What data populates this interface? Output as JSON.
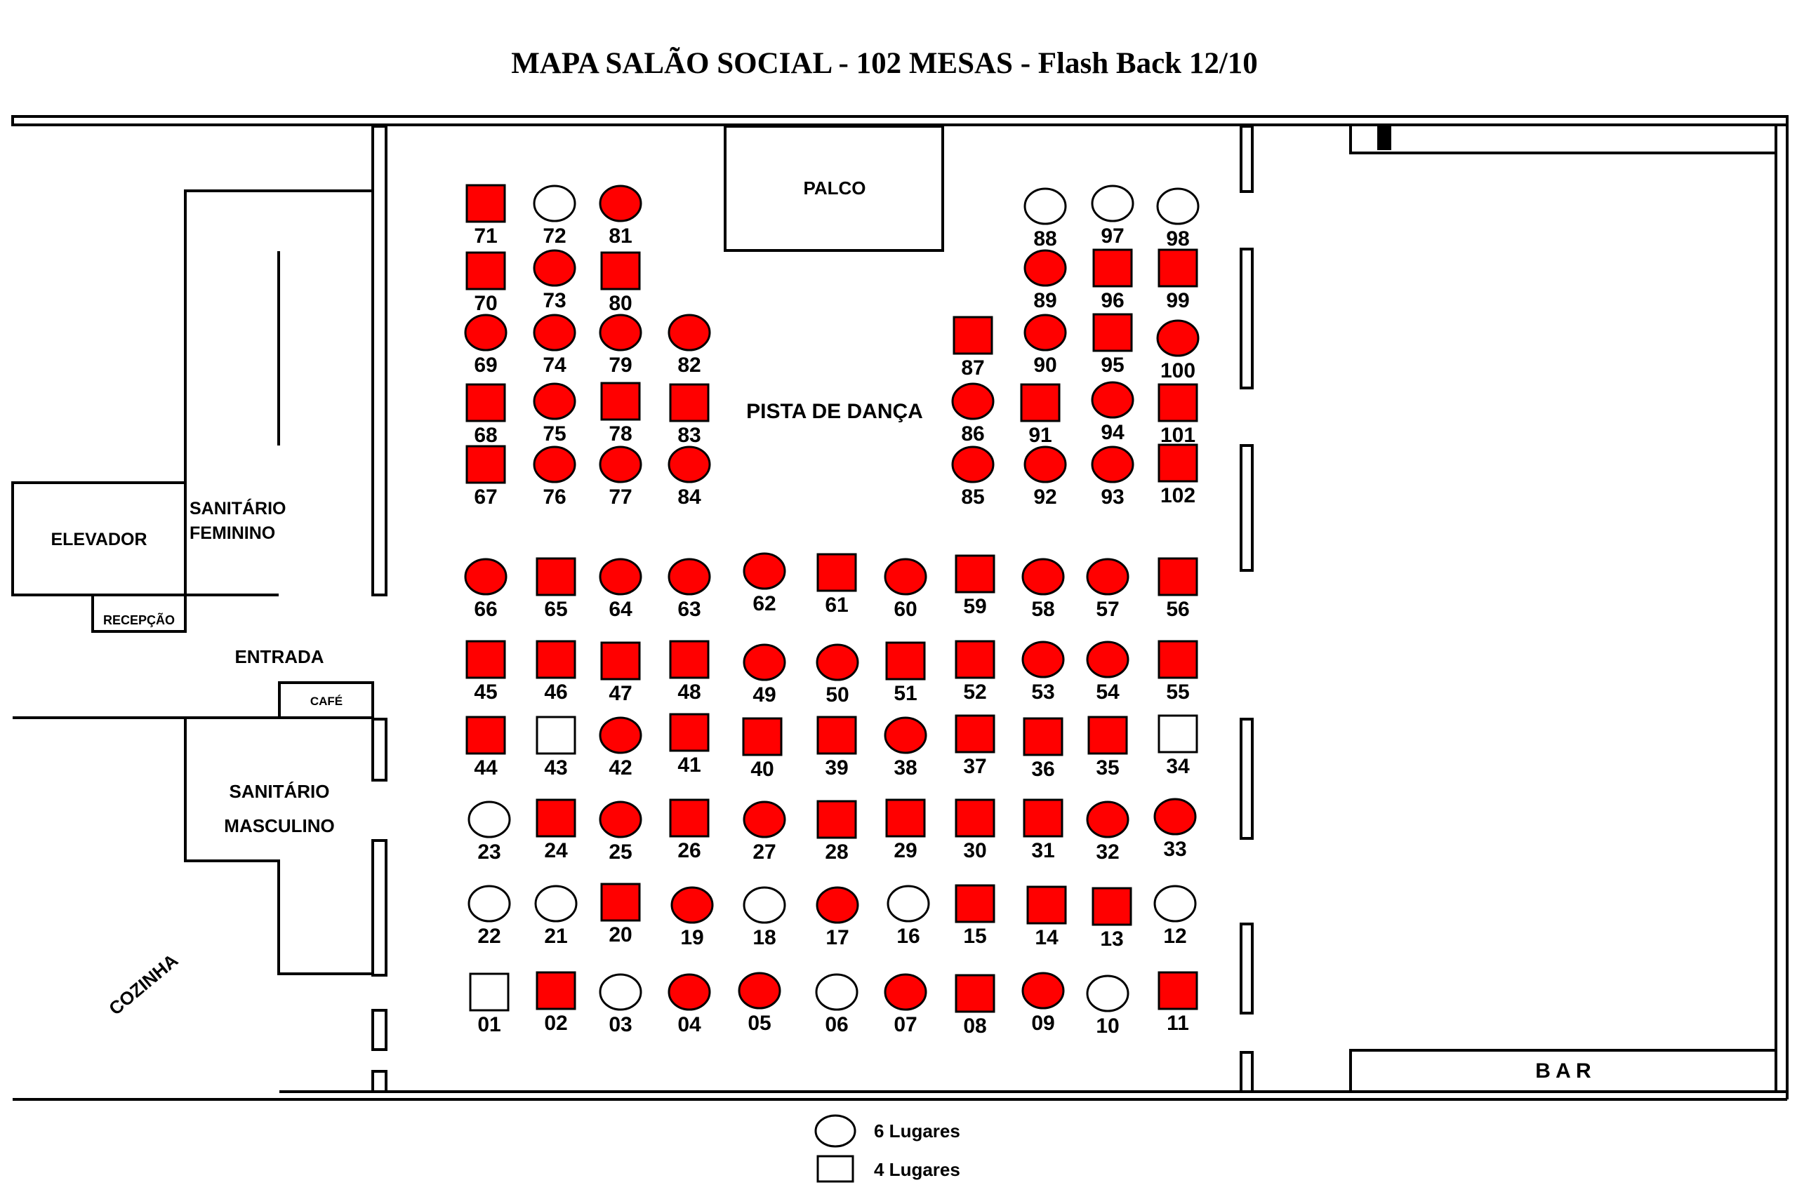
{
  "title": "MAPA SALÃO SOCIAL - 102 MESAS - Flash Back 12/10",
  "labels": {
    "palco": "PALCO",
    "pista": "PISTA DE DANÇA",
    "elevador": "ELEVADOR",
    "sanitario_feminino_1": "SANITÁRIO",
    "sanitario_feminino_2": "FEMININO",
    "recepcao": "RECEPÇÃO",
    "entrada": "ENTRADA",
    "cafe": "CAFÉ",
    "sanitario_masculino_1": "SANITÁRIO",
    "sanitario_masculino_2": "MASCULINO",
    "cozinha": "COZINHA",
    "bar": "B A R"
  },
  "legend": {
    "circle": "6 Lugares",
    "square": "4 Lugares"
  },
  "colors": {
    "occupied": "#ff0000",
    "free": "#ffffff",
    "outline": "#000000"
  },
  "tables": [
    {
      "n": "71",
      "shape": "square",
      "occupied": true
    },
    {
      "n": "72",
      "shape": "circle",
      "occupied": false
    },
    {
      "n": "81",
      "shape": "circle",
      "occupied": true
    },
    {
      "n": "70",
      "shape": "square",
      "occupied": true
    },
    {
      "n": "73",
      "shape": "circle",
      "occupied": true
    },
    {
      "n": "80",
      "shape": "square",
      "occupied": true
    },
    {
      "n": "69",
      "shape": "circle",
      "occupied": true
    },
    {
      "n": "74",
      "shape": "circle",
      "occupied": true
    },
    {
      "n": "79",
      "shape": "circle",
      "occupied": true
    },
    {
      "n": "82",
      "shape": "circle",
      "occupied": true
    },
    {
      "n": "68",
      "shape": "square",
      "occupied": true
    },
    {
      "n": "75",
      "shape": "circle",
      "occupied": true
    },
    {
      "n": "78",
      "shape": "square",
      "occupied": true
    },
    {
      "n": "83",
      "shape": "square",
      "occupied": true
    },
    {
      "n": "67",
      "shape": "square",
      "occupied": true
    },
    {
      "n": "76",
      "shape": "circle",
      "occupied": true
    },
    {
      "n": "77",
      "shape": "circle",
      "occupied": true
    },
    {
      "n": "84",
      "shape": "circle",
      "occupied": true
    },
    {
      "n": "88",
      "shape": "circle",
      "occupied": false
    },
    {
      "n": "97",
      "shape": "circle",
      "occupied": false
    },
    {
      "n": "98",
      "shape": "circle",
      "occupied": false
    },
    {
      "n": "89",
      "shape": "circle",
      "occupied": true
    },
    {
      "n": "96",
      "shape": "square",
      "occupied": true
    },
    {
      "n": "99",
      "shape": "square",
      "occupied": true
    },
    {
      "n": "87",
      "shape": "square",
      "occupied": true
    },
    {
      "n": "90",
      "shape": "circle",
      "occupied": true
    },
    {
      "n": "95",
      "shape": "square",
      "occupied": true
    },
    {
      "n": "100",
      "shape": "circle",
      "occupied": true
    },
    {
      "n": "86",
      "shape": "circle",
      "occupied": true
    },
    {
      "n": "91",
      "shape": "square",
      "occupied": true
    },
    {
      "n": "94",
      "shape": "circle",
      "occupied": true
    },
    {
      "n": "101",
      "shape": "square",
      "occupied": true
    },
    {
      "n": "85",
      "shape": "circle",
      "occupied": true
    },
    {
      "n": "92",
      "shape": "circle",
      "occupied": true
    },
    {
      "n": "93",
      "shape": "circle",
      "occupied": true
    },
    {
      "n": "102",
      "shape": "square",
      "occupied": true
    },
    {
      "n": "66",
      "shape": "circle",
      "occupied": true
    },
    {
      "n": "65",
      "shape": "square",
      "occupied": true
    },
    {
      "n": "64",
      "shape": "circle",
      "occupied": true
    },
    {
      "n": "63",
      "shape": "circle",
      "occupied": true
    },
    {
      "n": "62",
      "shape": "circle",
      "occupied": true
    },
    {
      "n": "61",
      "shape": "square",
      "occupied": true
    },
    {
      "n": "60",
      "shape": "circle",
      "occupied": true
    },
    {
      "n": "59",
      "shape": "square",
      "occupied": true
    },
    {
      "n": "58",
      "shape": "circle",
      "occupied": true
    },
    {
      "n": "57",
      "shape": "circle",
      "occupied": true
    },
    {
      "n": "56",
      "shape": "square",
      "occupied": true
    },
    {
      "n": "45",
      "shape": "square",
      "occupied": true
    },
    {
      "n": "46",
      "shape": "square",
      "occupied": true
    },
    {
      "n": "47",
      "shape": "square",
      "occupied": true
    },
    {
      "n": "48",
      "shape": "square",
      "occupied": true
    },
    {
      "n": "49",
      "shape": "circle",
      "occupied": true
    },
    {
      "n": "50",
      "shape": "circle",
      "occupied": true
    },
    {
      "n": "51",
      "shape": "square",
      "occupied": true
    },
    {
      "n": "52",
      "shape": "square",
      "occupied": true
    },
    {
      "n": "53",
      "shape": "circle",
      "occupied": true
    },
    {
      "n": "54",
      "shape": "circle",
      "occupied": true
    },
    {
      "n": "55",
      "shape": "square",
      "occupied": true
    },
    {
      "n": "44",
      "shape": "square",
      "occupied": true
    },
    {
      "n": "43",
      "shape": "square",
      "occupied": false
    },
    {
      "n": "42",
      "shape": "circle",
      "occupied": true
    },
    {
      "n": "41",
      "shape": "square",
      "occupied": true
    },
    {
      "n": "40",
      "shape": "square",
      "occupied": true
    },
    {
      "n": "39",
      "shape": "square",
      "occupied": true
    },
    {
      "n": "38",
      "shape": "circle",
      "occupied": true
    },
    {
      "n": "37",
      "shape": "square",
      "occupied": true
    },
    {
      "n": "36",
      "shape": "square",
      "occupied": true
    },
    {
      "n": "35",
      "shape": "square",
      "occupied": true
    },
    {
      "n": "34",
      "shape": "square",
      "occupied": false
    },
    {
      "n": "23",
      "shape": "circle",
      "occupied": false
    },
    {
      "n": "24",
      "shape": "square",
      "occupied": true
    },
    {
      "n": "25",
      "shape": "circle",
      "occupied": true
    },
    {
      "n": "26",
      "shape": "square",
      "occupied": true
    },
    {
      "n": "27",
      "shape": "circle",
      "occupied": true
    },
    {
      "n": "28",
      "shape": "square",
      "occupied": true
    },
    {
      "n": "29",
      "shape": "square",
      "occupied": true
    },
    {
      "n": "30",
      "shape": "square",
      "occupied": true
    },
    {
      "n": "31",
      "shape": "square",
      "occupied": true
    },
    {
      "n": "32",
      "shape": "circle",
      "occupied": true
    },
    {
      "n": "33",
      "shape": "circle",
      "occupied": true
    },
    {
      "n": "22",
      "shape": "circle",
      "occupied": false
    },
    {
      "n": "21",
      "shape": "circle",
      "occupied": false
    },
    {
      "n": "20",
      "shape": "square",
      "occupied": true
    },
    {
      "n": "19",
      "shape": "circle",
      "occupied": true
    },
    {
      "n": "18",
      "shape": "circle",
      "occupied": false
    },
    {
      "n": "17",
      "shape": "circle",
      "occupied": true
    },
    {
      "n": "16",
      "shape": "circle",
      "occupied": false
    },
    {
      "n": "15",
      "shape": "square",
      "occupied": true
    },
    {
      "n": "14",
      "shape": "square",
      "occupied": true
    },
    {
      "n": "13",
      "shape": "square",
      "occupied": true
    },
    {
      "n": "12",
      "shape": "circle",
      "occupied": false
    },
    {
      "n": "01",
      "shape": "square",
      "occupied": false
    },
    {
      "n": "02",
      "shape": "square",
      "occupied": true
    },
    {
      "n": "03",
      "shape": "circle",
      "occupied": false
    },
    {
      "n": "04",
      "shape": "circle",
      "occupied": true
    },
    {
      "n": "05",
      "shape": "circle",
      "occupied": true
    },
    {
      "n": "06",
      "shape": "circle",
      "occupied": false
    },
    {
      "n": "07",
      "shape": "circle",
      "occupied": true
    },
    {
      "n": "08",
      "shape": "square",
      "occupied": true
    },
    {
      "n": "09",
      "shape": "circle",
      "occupied": true
    },
    {
      "n": "10",
      "shape": "circle",
      "occupied": false
    },
    {
      "n": "11",
      "shape": "square",
      "occupied": true
    }
  ]
}
